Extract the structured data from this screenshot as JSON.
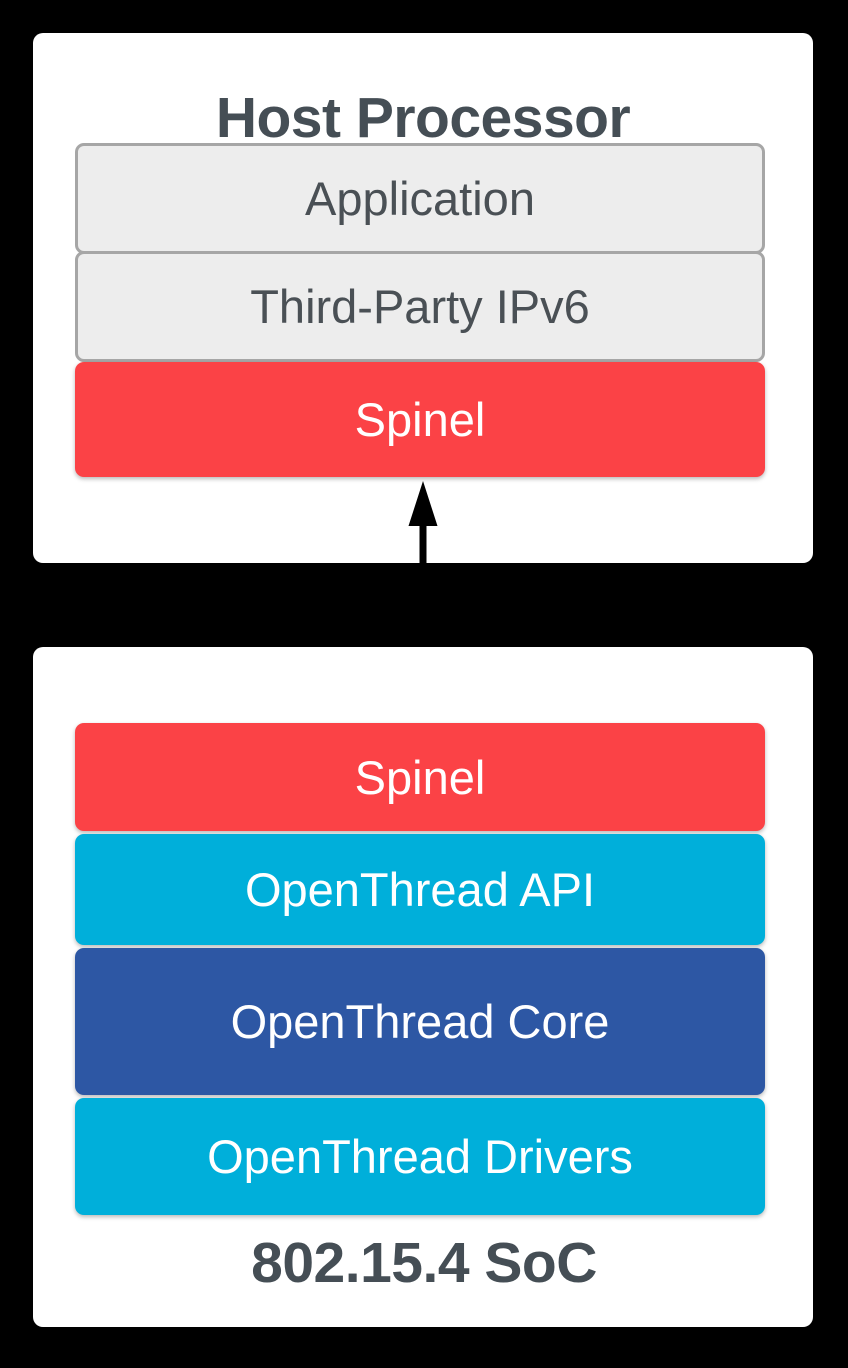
{
  "diagram": {
    "host": {
      "title": "Host Processor",
      "layers": [
        {
          "label": "Application"
        },
        {
          "label": "Third-Party IPv6"
        },
        {
          "label": "Spinel"
        }
      ]
    },
    "soc": {
      "title": "802.15.4 SoC",
      "layers": [
        {
          "label": "Spinel"
        },
        {
          "label": "OpenThread API"
        },
        {
          "label": "OpenThread Core"
        },
        {
          "label": "OpenThread Drivers"
        }
      ]
    },
    "connector": {
      "icon": "bidirectional-arrow-icon",
      "direction": "vertical-both"
    },
    "colors": {
      "background": "#000000",
      "card": "#FFFFFF",
      "spinel_red": "#FB4246",
      "openthread_cyan": "#00AFDA",
      "openthread_core_blue": "#2D57A4",
      "layer_gray_fill": "#EDEDED",
      "layer_gray_border": "#A6A6A6",
      "title_text": "#454E55",
      "layer_text_dark": "#4A5055",
      "layer_text_light": "#FFFFFF",
      "arrow": "#000000"
    }
  }
}
